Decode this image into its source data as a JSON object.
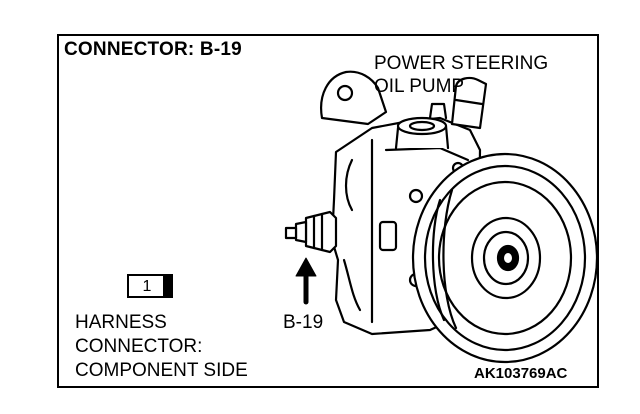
{
  "title": "CONNECTOR: B-19",
  "pump_label_line1": "POWER STEERING",
  "pump_label_line2": "OIL PUMP",
  "connector_pointer_label": "B-19",
  "connector_pin_number": "1",
  "harness_label_line1": "HARNESS",
  "harness_label_line2": "CONNECTOR:",
  "harness_label_line3": "COMPONENT SIDE",
  "figure_code": "AK103769AC"
}
